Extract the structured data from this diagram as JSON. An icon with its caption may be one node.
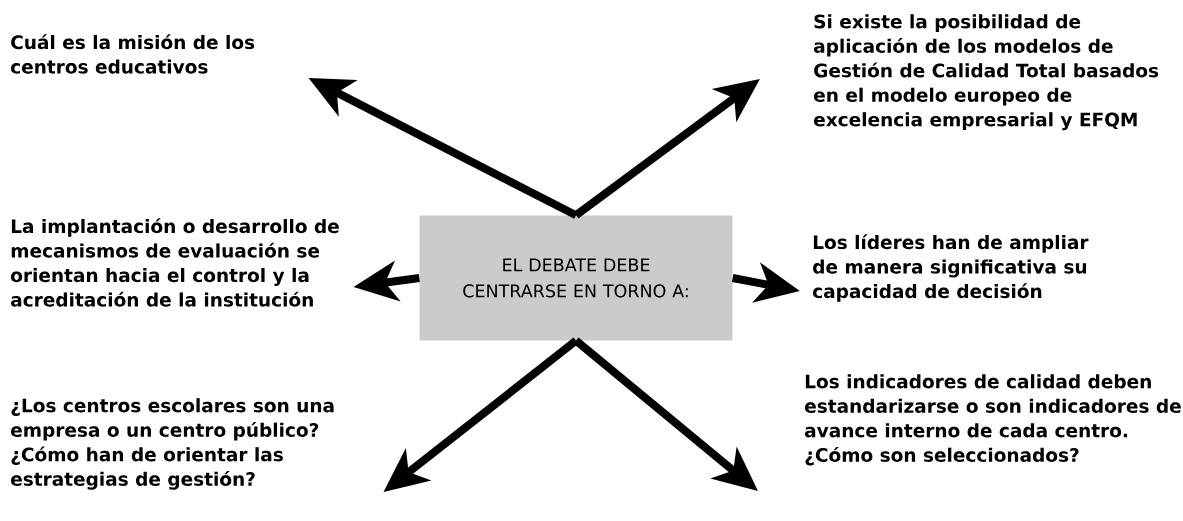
{
  "diagram": {
    "nodes": [
      {
        "text": [
          "EL DEBATE DEBE CENTRARSE EN TORNO A:"
        ]
      },
      {
        "text": [
          "Cuál es la misión de los centros educativos"
        ]
      },
      {
        "text": [
          "Si existe la posibilidad de aplicación de los modelos de Gestión de Calidad Total basados en el modelo europeo de excelencia empresarial y EFQM"
        ]
      },
      {
        "text": [
          "La implantación o desarrollo de mecanismos de evaluación se orientan hacia el control y la acreditación de la institución"
        ]
      },
      {
        "text": [
          "Los líderes han de ampliar de manera significativa su capacidad de decisión"
        ]
      },
      {
        "text": [
          "¿Los centros escolares son una empresa o un centro público? ¿Cómo han de orientar las estrategias de gestión?"
        ]
      },
      {
        "text": [
          "Los indicadores de calidad deben estandarizarse o son indicadores de avance interno de cada centro. ¿Cómo son seleccionados?"
        ]
      }
    ],
    "edges": [
      {
        "from": 0,
        "to": 1,
        "arrow": "to"
      },
      {
        "from": 0,
        "to": 2,
        "arrow": "to"
      },
      {
        "from": 0,
        "to": 3,
        "arrow": "to"
      },
      {
        "from": 0,
        "to": 4,
        "arrow": "to"
      },
      {
        "from": 0,
        "to": 5,
        "arrow": "to"
      },
      {
        "from": 0,
        "to": 6,
        "arrow": "to"
      }
    ]
  }
}
